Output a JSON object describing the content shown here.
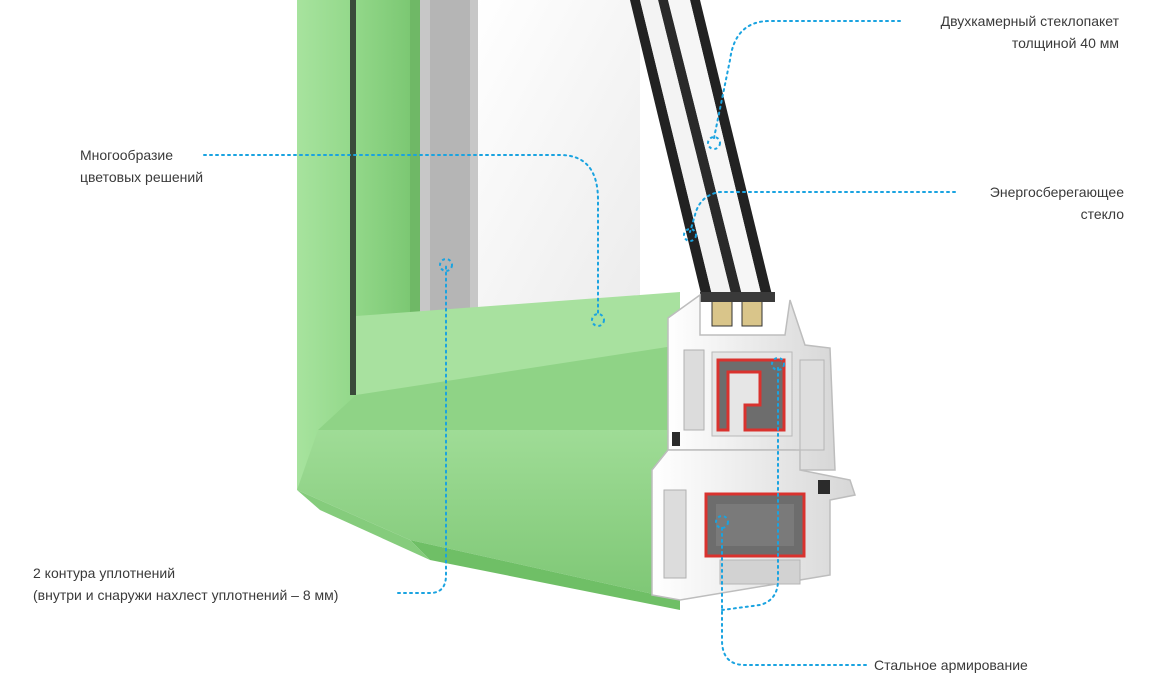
{
  "callouts": {
    "glazing": {
      "line1": "Двухкамерный стеклопакет",
      "line2": "толщиной 40 мм"
    },
    "colors": {
      "line1": "Многообразие",
      "line2": "цветовых решений"
    },
    "energy": {
      "line1": "Энергосберегающее",
      "line2": "стекло"
    },
    "seals": {
      "line1": "2 контура уплотнений",
      "line2": "(внутри и снаружи нахлест уплотнений – 8 мм)"
    },
    "steel": {
      "line1": "Стальное армирование"
    }
  },
  "colors": {
    "frame_green": "#93d88a",
    "frame_green_dark": "#6fbf66",
    "frame_green_light": "#b8eab0",
    "pvc_white": "#f2f2f2",
    "pvc_gray": "#c9c9c9",
    "steel_red": "#d9322e",
    "steel_gray": "#6d6d6d",
    "glass": "#f7f7f7",
    "glass_edge": "#222222",
    "spacer": "#d9c58a",
    "leader": "#1aa3e0"
  }
}
